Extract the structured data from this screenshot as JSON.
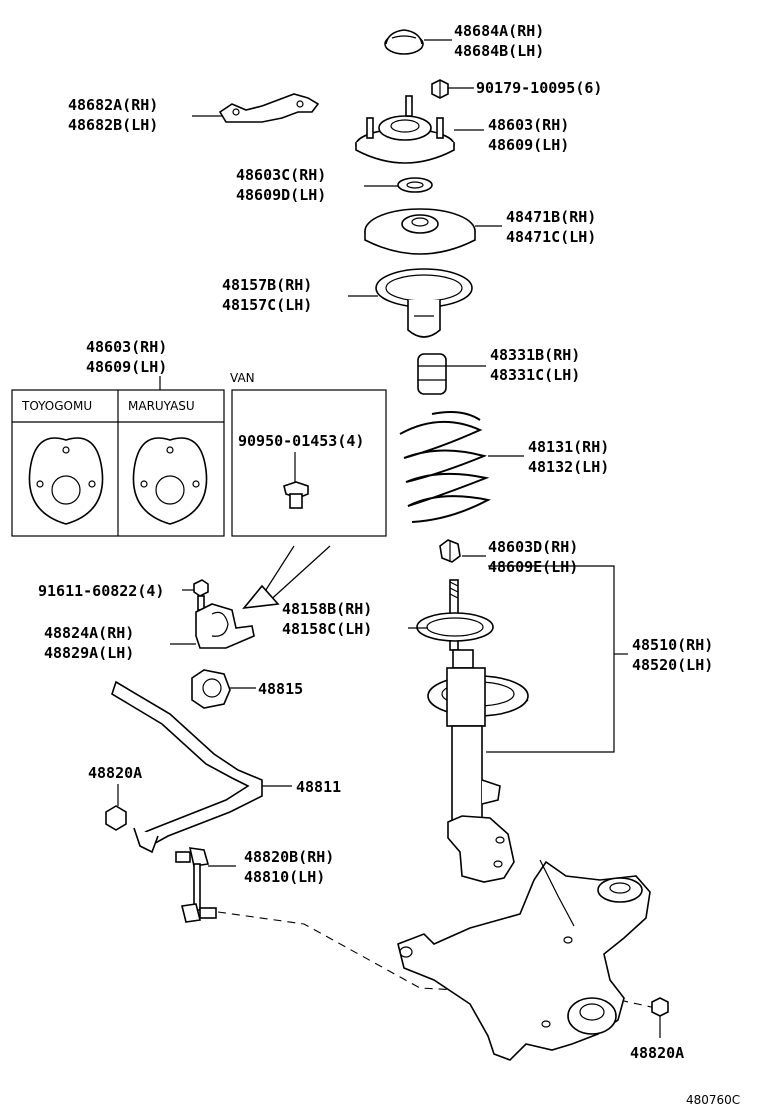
{
  "parts": {
    "p48684a": "48684A(RH)",
    "p48684b": "48684B(LH)",
    "p90179": "90179-10095(6)",
    "p48682a": "48682A(RH)",
    "p48682b": "48682B(LH)",
    "p48603": "48603(RH)",
    "p48609": "48609(LH)",
    "p48603c": "48603C(RH)",
    "p48609d": "48609D(LH)",
    "p48471b": "48471B(RH)",
    "p48471c": "48471C(LH)",
    "p48157b": "48157B(RH)",
    "p48157c": "48157C(LH)",
    "p48603_alt": "48603(RH)",
    "p48609_alt": "48609(LH)",
    "p48331b": "48331B(RH)",
    "p48331c": "48331C(LH)",
    "p48131": "48131(RH)",
    "p48132": "48132(LH)",
    "p90950": "90950-01453(4)",
    "p48603d": "48603D(RH)",
    "p48609e": "48609E(LH)",
    "p91611": "91611-60822(4)",
    "p48158b": "48158B(RH)",
    "p48158c": "48158C(LH)",
    "p48510": "48510(RH)",
    "p48520": "48520(LH)",
    "p48824a": "48824A(RH)",
    "p48829a": "48829A(LH)",
    "p48815": "48815",
    "p48820a_left": "48820A",
    "p48811": "48811",
    "p48820b": "48820B(RH)",
    "p48810": "48810(LH)",
    "p48820a_right": "48820A"
  },
  "variants": {
    "toyogomu": "TOYOGOMU",
    "maruyasu": "MARUYASU",
    "van": "VAN"
  },
  "figure_id": "480760C"
}
